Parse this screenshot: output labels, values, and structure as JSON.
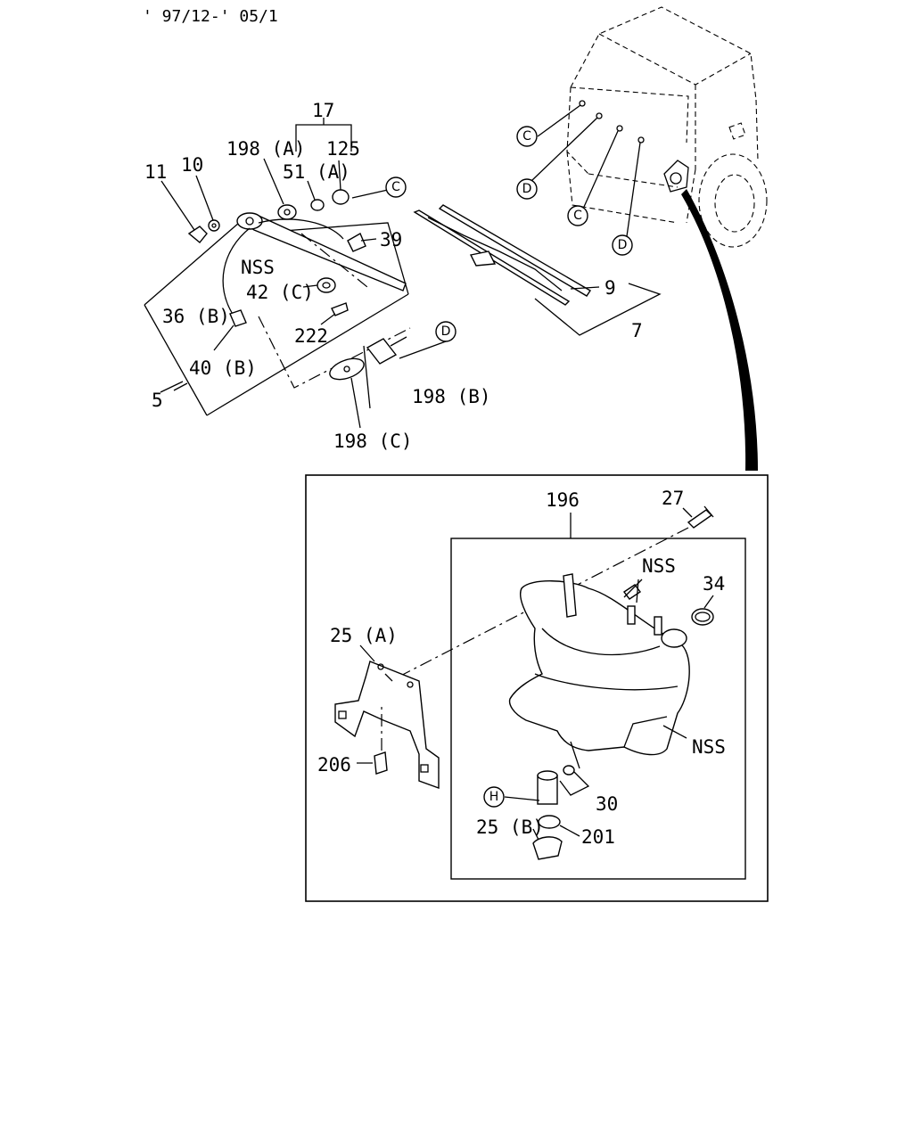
{
  "header": {
    "date_range": "' 97/12-' 05/1"
  },
  "labels": {
    "l17": "17",
    "l198a": "198 (A)",
    "l125": "125",
    "l51a": "51 (A)",
    "l11": "11",
    "l10": "10",
    "l39": "39",
    "lnss_top": "NSS",
    "l42c": "42 (C)",
    "l36b": "36 (B)",
    "l222": "222",
    "l40b": "40 (B)",
    "l5": "5",
    "l198b": "198 (B)",
    "l198c": "198 (C)",
    "l9": "9",
    "l7": "7",
    "l196": "196",
    "l27": "27",
    "lnss_a": "NSS",
    "l34": "34",
    "l25a": "25 (A)",
    "lnss_b": "NSS",
    "l206": "206",
    "l30": "30",
    "l25b": "25 (B)",
    "l201": "201"
  },
  "callouts": {
    "c1": "C",
    "c2": "D",
    "c3": "C",
    "c4": "C",
    "c5": "D",
    "c6": "D",
    "c7": "H"
  }
}
